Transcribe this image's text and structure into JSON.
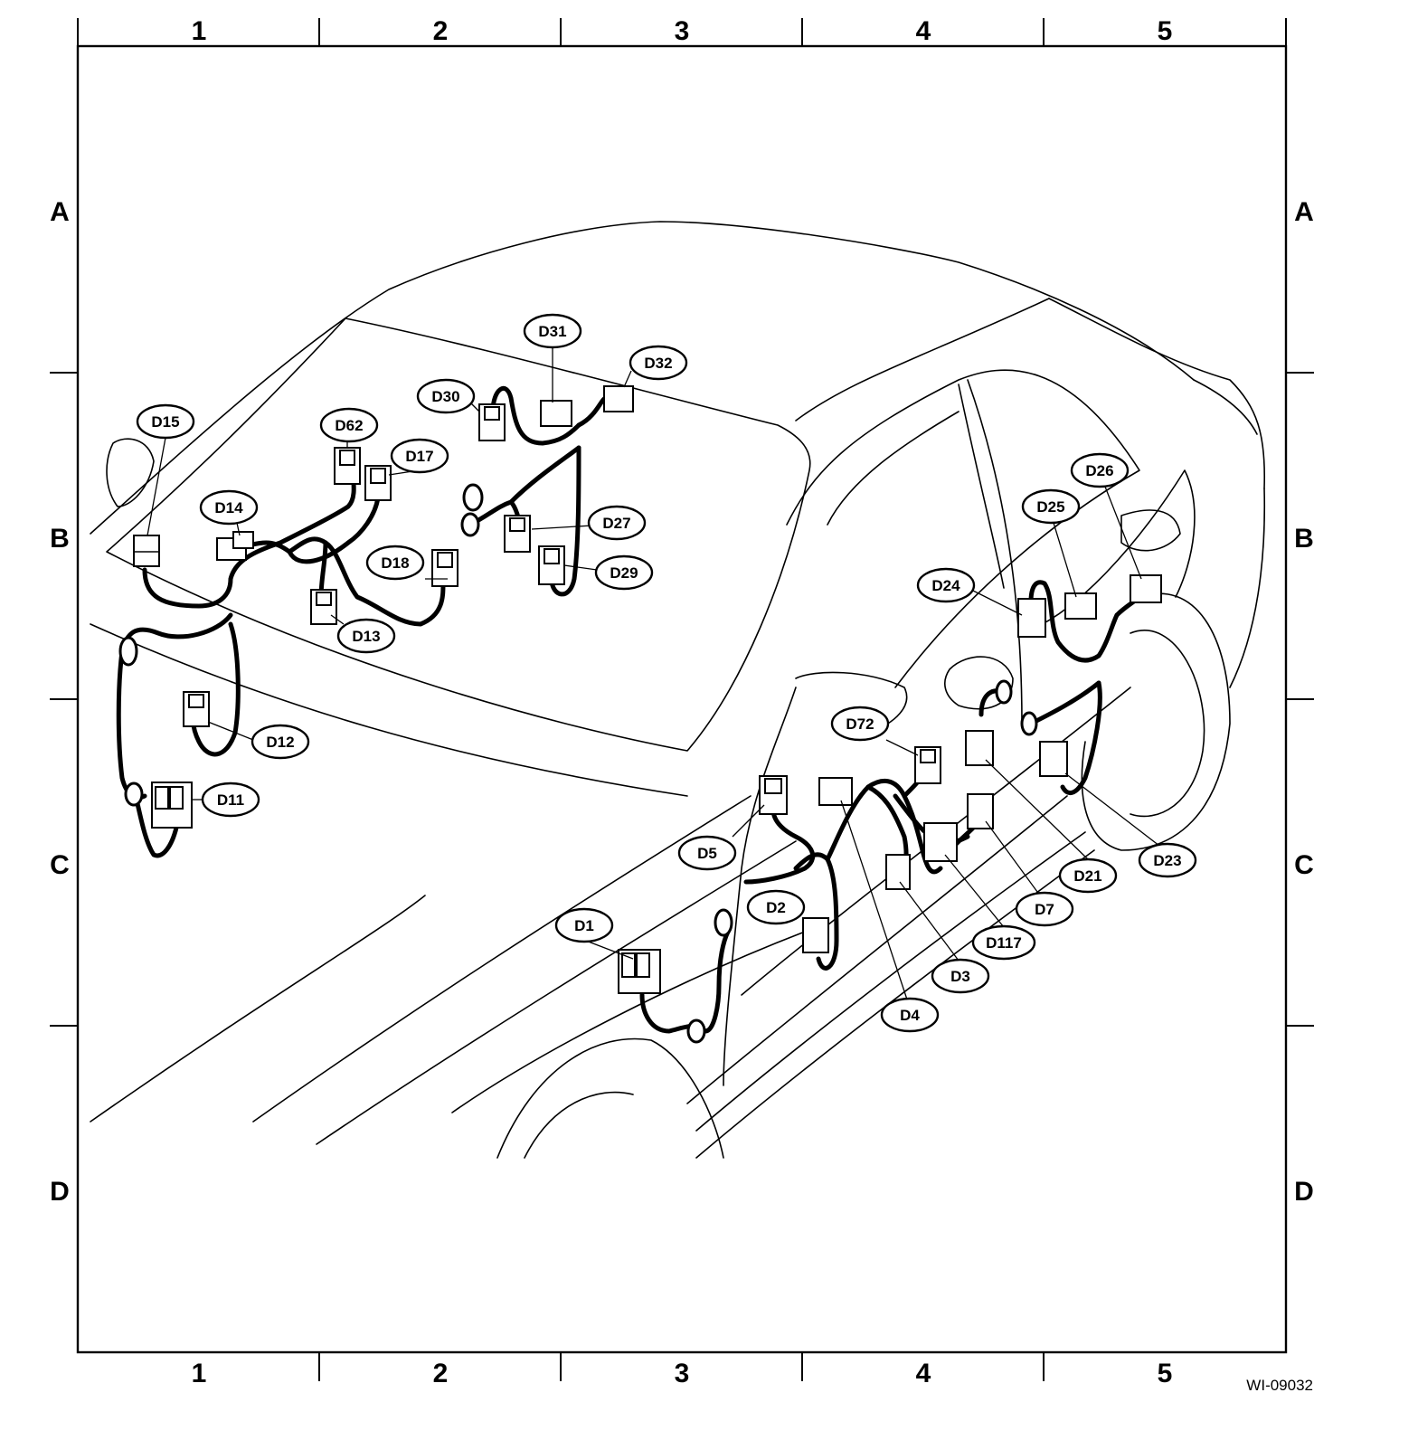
{
  "grid": {
    "columns": [
      "1",
      "2",
      "3",
      "4",
      "5"
    ],
    "rows": [
      "A",
      "B",
      "C",
      "D"
    ]
  },
  "reference_code": "WI-09032",
  "connectors": [
    {
      "id": "d1",
      "label": "D1"
    },
    {
      "id": "d2",
      "label": "D2"
    },
    {
      "id": "d3",
      "label": "D3"
    },
    {
      "id": "d4",
      "label": "D4"
    },
    {
      "id": "d5",
      "label": "D5"
    },
    {
      "id": "d7",
      "label": "D7"
    },
    {
      "id": "d11",
      "label": "D11"
    },
    {
      "id": "d12",
      "label": "D12"
    },
    {
      "id": "d13",
      "label": "D13"
    },
    {
      "id": "d14",
      "label": "D14"
    },
    {
      "id": "d15",
      "label": "D15"
    },
    {
      "id": "d17",
      "label": "D17"
    },
    {
      "id": "d18",
      "label": "D18"
    },
    {
      "id": "d21",
      "label": "D21"
    },
    {
      "id": "d23",
      "label": "D23"
    },
    {
      "id": "d24",
      "label": "D24"
    },
    {
      "id": "d25",
      "label": "D25"
    },
    {
      "id": "d26",
      "label": "D26"
    },
    {
      "id": "d27",
      "label": "D27"
    },
    {
      "id": "d29",
      "label": "D29"
    },
    {
      "id": "d30",
      "label": "D30"
    },
    {
      "id": "d31",
      "label": "D31"
    },
    {
      "id": "d32",
      "label": "D32"
    },
    {
      "id": "d62",
      "label": "D62"
    },
    {
      "id": "d72",
      "label": "D72"
    },
    {
      "id": "d117",
      "label": "D117"
    }
  ]
}
